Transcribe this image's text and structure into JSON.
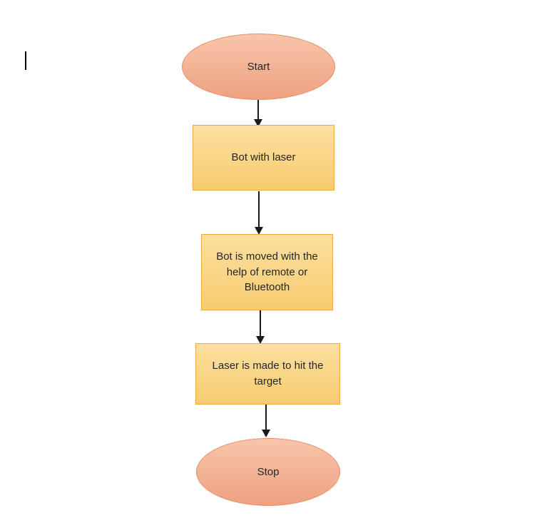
{
  "document": {
    "cursor_visible": true
  },
  "flowchart": {
    "nodes": [
      {
        "id": "start",
        "shape": "ellipse",
        "label": "Start"
      },
      {
        "id": "bot-with-laser",
        "shape": "rectangle",
        "label": "Bot with laser"
      },
      {
        "id": "bot-moved",
        "shape": "rectangle",
        "label": "Bot is moved with the help of remote or Bluetooth"
      },
      {
        "id": "laser-hit-target",
        "shape": "rectangle",
        "label": "Laser is made to hit the target"
      },
      {
        "id": "stop",
        "shape": "ellipse",
        "label": "Stop"
      }
    ],
    "connectors": [
      {
        "from": "start",
        "to": "bot-with-laser"
      },
      {
        "from": "bot-with-laser",
        "to": "bot-moved"
      },
      {
        "from": "bot-moved",
        "to": "laser-hit-target"
      },
      {
        "from": "laser-hit-target",
        "to": "stop"
      }
    ],
    "colors": {
      "ellipse_fill_top": "#f8c5ab",
      "ellipse_fill_bottom": "#eea180",
      "ellipse_border": "#e78f68",
      "rect_fill_top": "#fcdfa0",
      "rect_fill_bottom": "#f7cc6f",
      "rect_border": "#ecac3d",
      "connector": "#1a1a1a",
      "text": "#262626"
    }
  }
}
